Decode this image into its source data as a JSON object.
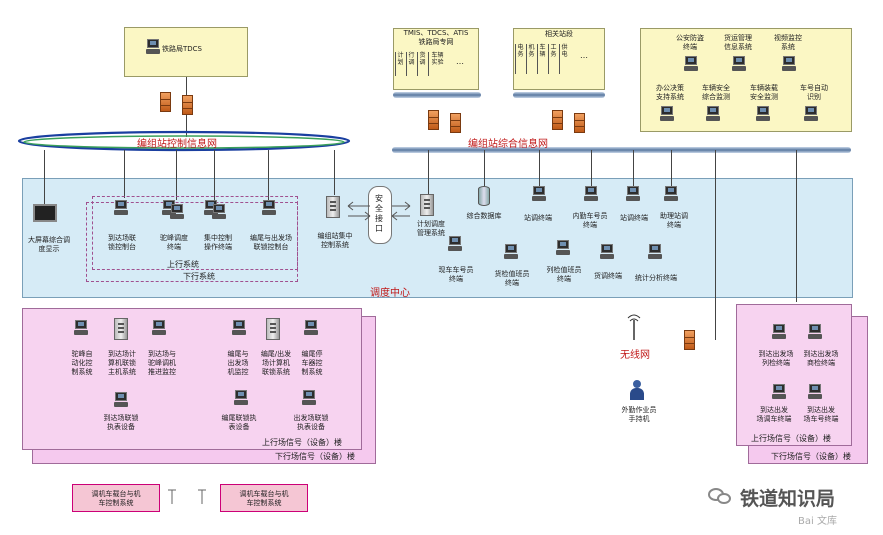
{
  "tdcs": {
    "label": "铁路局TDCS"
  },
  "ctrl_net": {
    "label": "编组站控制信息网"
  },
  "integ_net": {
    "label": "编组站综合信息网"
  },
  "wireless": {
    "label": "无线网"
  },
  "dispatch_center": {
    "label": "调度中心"
  },
  "top_group1": {
    "title": "TMIS、TDCS、ATIS\n铁路局专网",
    "items": [
      "计\n划",
      "行\n调",
      "货\n调",
      "车辆\n实验",
      "…"
    ]
  },
  "top_group2": {
    "title": "相关站段",
    "items": [
      "电\n务",
      "机\n务",
      "车\n辆",
      "工\n务",
      "供\n电",
      "…"
    ]
  },
  "right_top": {
    "items": [
      "公安防盗\n终端",
      "货运管理\n信息系统",
      "视频监控\n系统",
      "办公决策\n支持系统",
      "车辆安全\n综合监测",
      "车辆装载\n安全监测",
      "车号自动\n识别"
    ]
  },
  "center": {
    "big_screen": "大屏幕综合调\n度显示",
    "inner": [
      "到达场联\n锁控制台",
      "驼峰调度\n终端",
      "集中控制\n操作终端",
      "编尾与出发场\n联锁控制台"
    ],
    "up_system": "上行系统",
    "down_system": "下行系统",
    "safety": "安\n全\n接\n口",
    "marshalling": "编组站集中\n控制系统",
    "plan": "计划调度\n管理系统",
    "db": "综合数据库",
    "terminals": [
      "站调终端",
      "内勤车号员\n终端",
      "站调终端",
      "助理站调\n终端"
    ],
    "terminals2": [
      "现车车号员\n终端",
      "货检值班员\n终端",
      "列检值班员\n终端",
      "货调终端",
      "统计分析终端"
    ]
  },
  "left_bottom": {
    "items": [
      "驼峰自\n动化控\n制系统",
      "到达场计\n算机联锁\n主机系统",
      "到达场与\n驼峰调机\n推进监控",
      "编尾与\n出发场\n机监控",
      "编尾/出发\n场计算机\n联锁系统",
      "编尾停\n车器控\n制系统"
    ],
    "sub": [
      "到达场联锁\n执表设备",
      "编尾联锁执\n表设备",
      "出发场联锁\n执表设备"
    ],
    "up_bldg": "上行场信号（设备）楼",
    "down_bldg": "下行场信号（设备）楼"
  },
  "right_bottom": {
    "items": [
      "到达出发场\n列检终端",
      "到达出发场\n商检终端",
      "到达出发\n场调车终端",
      "到达出发\n场车号终端"
    ],
    "up_bldg": "上行场信号（设备）楼",
    "down_bldg": "下行场信号（设备）楼"
  },
  "handheld": "外勤作业员\n手持机",
  "locos": [
    "调机车载台与机\n车控制系统",
    "调机车载台与机\n车控制系统"
  ],
  "watermark": {
    "brand": "铁道知识局",
    "baidu": "Bai 文库"
  }
}
